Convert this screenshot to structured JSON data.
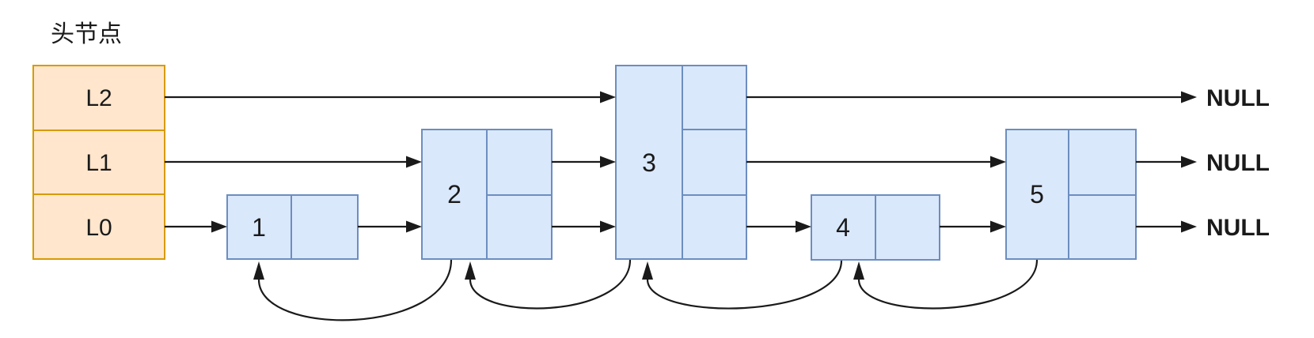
{
  "palette": {
    "background": "#ffffff",
    "head_fill": "#ffe6cc",
    "head_stroke": "#d79b00",
    "node_fill": "#dae8fc",
    "node_stroke": "#6c8ebf",
    "arrow_color": "#1a1a1a",
    "text_color": "#1a1a1a"
  },
  "diagram": {
    "type": "skip-list",
    "head": {
      "label": "头节点",
      "levels": [
        "L2",
        "L1",
        "L0"
      ]
    },
    "nodes": [
      {
        "value": "1",
        "height": 1
      },
      {
        "value": "2",
        "height": 2
      },
      {
        "value": "3",
        "height": 3
      },
      {
        "value": "4",
        "height": 1
      },
      {
        "value": "5",
        "height": 2
      }
    ],
    "null_labels": [
      "NULL",
      "NULL",
      "NULL"
    ],
    "level_paths": {
      "L2": [
        "头节点",
        "3",
        "NULL"
      ],
      "L1": [
        "头节点",
        "2",
        "3",
        "5",
        "NULL"
      ],
      "L0": [
        "头节点",
        "1",
        "2",
        "3",
        "4",
        "5",
        "NULL"
      ]
    },
    "back_links": [
      {
        "from": "2",
        "to": "1"
      },
      {
        "from": "3",
        "to": "2"
      },
      {
        "from": "4",
        "to": "3"
      },
      {
        "from": "5",
        "to": "4"
      }
    ]
  }
}
